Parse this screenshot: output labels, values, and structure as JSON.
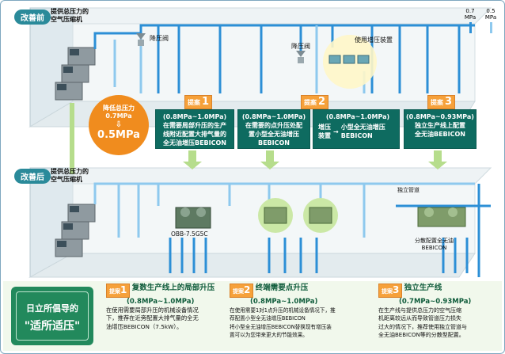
{
  "before": {
    "tag": "改善前",
    "source_label": [
      "提供总压力的",
      "空气压缩机"
    ],
    "reduce_valve": "降压阀",
    "reduce_valve_2": "降压阀",
    "booster_label": "使用增压装置",
    "lower_pressure": {
      "line1": "降低总压力",
      "line2": "0.7MPa",
      "arrow": "⇩",
      "value": "0.5MPa"
    },
    "legend": [
      {
        "value": "0.7",
        "unit": "MPa",
        "color": "#2c8fd6"
      },
      {
        "value": "0.5",
        "unit": "MPa",
        "color": "#8ec9ee"
      }
    ]
  },
  "proposals": [
    {
      "badge": "提案",
      "num": "1",
      "range": "(0.8MPa~1.0MPa)",
      "lines": [
        "在需要局部升压的生产",
        "线附近配置大排气量的",
        "全无油增压BEBICON"
      ]
    },
    {
      "badge": "提案",
      "num": "2",
      "range": "(0.8MPa~1.0MPa)",
      "lines": [
        "在需要的点升压处配",
        "置小型全无油增压",
        "BEBICON"
      ]
    },
    {
      "badge": "",
      "num": "",
      "range": "(0.8MPa~1.0MPa)",
      "lines": [
        "增压",
        "装置"
      ],
      "arrow": "→",
      "target": [
        "小型全无油增压",
        "BEBICON"
      ]
    },
    {
      "badge": "提案",
      "num": "3",
      "range": "(0.8MPa~0.93MPa)",
      "lines": [
        "独立生产线上配置",
        "全无油BEBICON"
      ]
    }
  ],
  "after": {
    "tag": "改善后",
    "source_label": [
      "提供总压力的",
      "空气压缩机"
    ],
    "machine_label": "OBB-7.5G5C",
    "independent_pipe": "独立管道",
    "distributed": [
      "分散配置全无油",
      "BEBICON"
    ]
  },
  "footer": {
    "panel_line1": "日立所倡导的",
    "panel_line2": "\"适所适压\"",
    "cols": [
      {
        "badge": "提案",
        "num": "1",
        "title": "复数生产线上的局部升压",
        "range": "(0.8MPa~1.0MPa)",
        "text": [
          "在使用需要局部升压的机械设备情况",
          "下，推荐在近旁配置大排气量的全无",
          "油增压BEBICON（7.5kW）。"
        ]
      },
      {
        "badge": "提案",
        "num": "2",
        "title": "终端需要点升压",
        "range": "(0.8MPa~1.0MPa)",
        "text": [
          "在使用需要1对1点升压的机械设备情况下，推",
          "荐配置小型全无油增压BEBICON",
          "将小型全无油增压BEBICON替换现有增压装",
          "置可以为您带来更大的节能效果。"
        ]
      },
      {
        "badge": "提案",
        "num": "3",
        "title": "独立生产线",
        "range": "(0.7MPa~0.93MPa)",
        "text": [
          "在生产线与提供总压力的空气压缩",
          "机距离较远从而导致管道压力损失",
          "过大的情况下，推荐使用独立管道与",
          "全无油BEBICON等的分散型配置。"
        ]
      }
    ]
  }
}
